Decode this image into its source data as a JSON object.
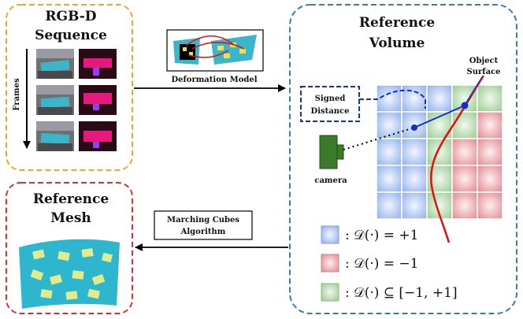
{
  "rgbd": {
    "title_line1": "RGB-D",
    "title_line2": "Sequence",
    "frames_label": "Frames"
  },
  "deformation": {
    "label": "Deformation  Model"
  },
  "reference_volume": {
    "title_line1": "Reference",
    "title_line2": "Volume",
    "object_surface_line1": "Object",
    "object_surface_line2": "Surface",
    "signed_distance_line1": "Signed",
    "signed_distance_line2": "Distance",
    "camera_label": "camera"
  },
  "reference_mesh": {
    "title_line1": "Reference",
    "title_line2": "Mesh"
  },
  "marching_cubes": {
    "line1": "Marching Cubes",
    "line2": "Algorithm"
  },
  "legend": [
    {
      "text": ": 𝒟(·) = +1",
      "color": "#9db8ee"
    },
    {
      "text": ": 𝒟(·) = −1",
      "color": "#e79aa0"
    },
    {
      "text": ": 𝒟(·) ⊆ [−1, +1]",
      "color": "#a9d3a0"
    }
  ],
  "colors": {
    "orange_border": "#f5a623",
    "blue_border": "#3a7ac4",
    "red_border": "#e03030",
    "blue_cell": "#9db8ee",
    "red_cell": "#e79aa0",
    "green_cell": "#a9d3a0",
    "surface_line": "#e01010",
    "ray": "#1030d0",
    "camera": "#3a7a2a"
  }
}
